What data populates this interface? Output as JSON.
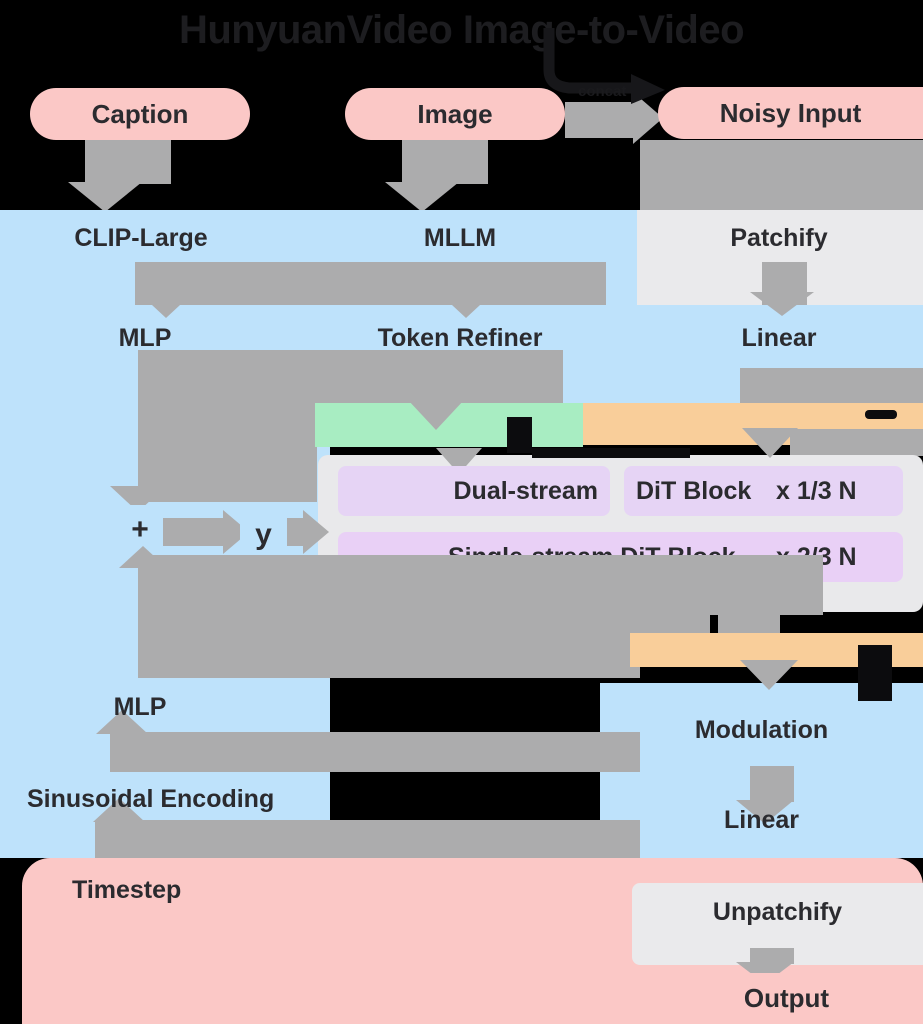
{
  "title": {
    "text": "HunyuanVideo Image-to-Video"
  },
  "colors": {
    "background": "#000000",
    "pink": "#fbc8c6",
    "blue": "#bee2fb",
    "green": "#a8edc2",
    "orange": "#f9ce9a",
    "purple": "#e6d4f5",
    "gray_box": "#eaeaec",
    "arrow_gray": "#acacad",
    "label_text": "#2b2b2f",
    "dark_ink": "#18181b"
  },
  "top_row": {
    "caption": "Caption",
    "image": "Image",
    "noisy_input": "Noisy Input",
    "concat_label": "concat"
  },
  "encoder_row1": {
    "clip": "CLIP-Large",
    "mllm": "MLLM",
    "patchify": "Patchify"
  },
  "encoder_row2": {
    "mlp": "MLP",
    "token_refiner": "Token Refiner",
    "linear": "Linear"
  },
  "fusion": {
    "plus": "+",
    "y": "y"
  },
  "dit": {
    "dual_stream": "Dual-stream",
    "dual_block": "DiT Block",
    "dual_mult": "x 1/3 N",
    "single_block": "Single-stream DiT Block",
    "single_mult": "x 2/3 N"
  },
  "out_col": {
    "modulation": "Modulation",
    "linear": "Linear",
    "unpatchify": "Unpatchify",
    "output": "Output"
  },
  "time_col": {
    "mlp": "MLP",
    "sinusoidal": "Sinusoidal Encoding",
    "timestep": "Timestep"
  }
}
